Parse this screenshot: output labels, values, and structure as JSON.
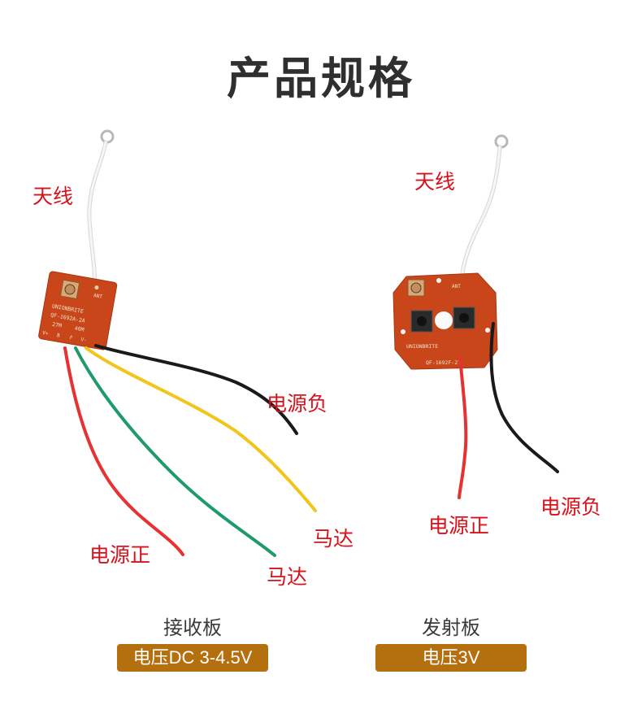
{
  "title": "产品规格",
  "receiver": {
    "antenna_label": "天线",
    "neg_label": "电源负",
    "motor_label_1": "马达",
    "motor_label_2": "马达",
    "pos_label": "电源正",
    "caption": "接收板",
    "voltage": "电压DC 3-4.5V",
    "board_text": {
      "brand": "UNIONBRITE",
      "model": "QF-1692A-2A",
      "freq_a": "27M",
      "freq_b": "40M",
      "ant": "ANT",
      "pins": [
        "V+",
        "B",
        "F",
        "V-"
      ]
    }
  },
  "transmitter": {
    "antenna_label": "天线",
    "pos_label": "电源正",
    "neg_label": "电源负",
    "caption": "发射板",
    "voltage": "电压3V",
    "board_text": {
      "brand": "UNIONBRITE",
      "model": "QF-1692F-2T",
      "ant": "ANT"
    }
  },
  "colors": {
    "label_red": "#d8121b",
    "badge_brown": "#b4700e",
    "pcb_orange": "#c8461a",
    "wire_red": "#e63232",
    "wire_green": "#1f9a6a",
    "wire_yellow": "#f2c51a",
    "wire_black": "#1a1a1a",
    "wire_white": "#eeeeee"
  }
}
